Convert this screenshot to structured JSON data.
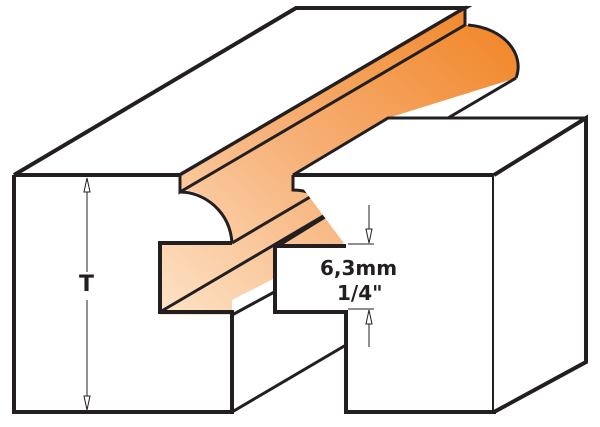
{
  "diagram": {
    "subject": "Router bit cut profile in two workpieces (rail and stile joint)",
    "labels": {
      "thickness": "T",
      "depth_metric": "6,3mm",
      "depth_imperial": "1/4\""
    },
    "colors": {
      "outline": "#231f20",
      "profile_light": "#fde0c2",
      "profile_dark": "#f08a2c",
      "background": "#ffffff"
    }
  }
}
